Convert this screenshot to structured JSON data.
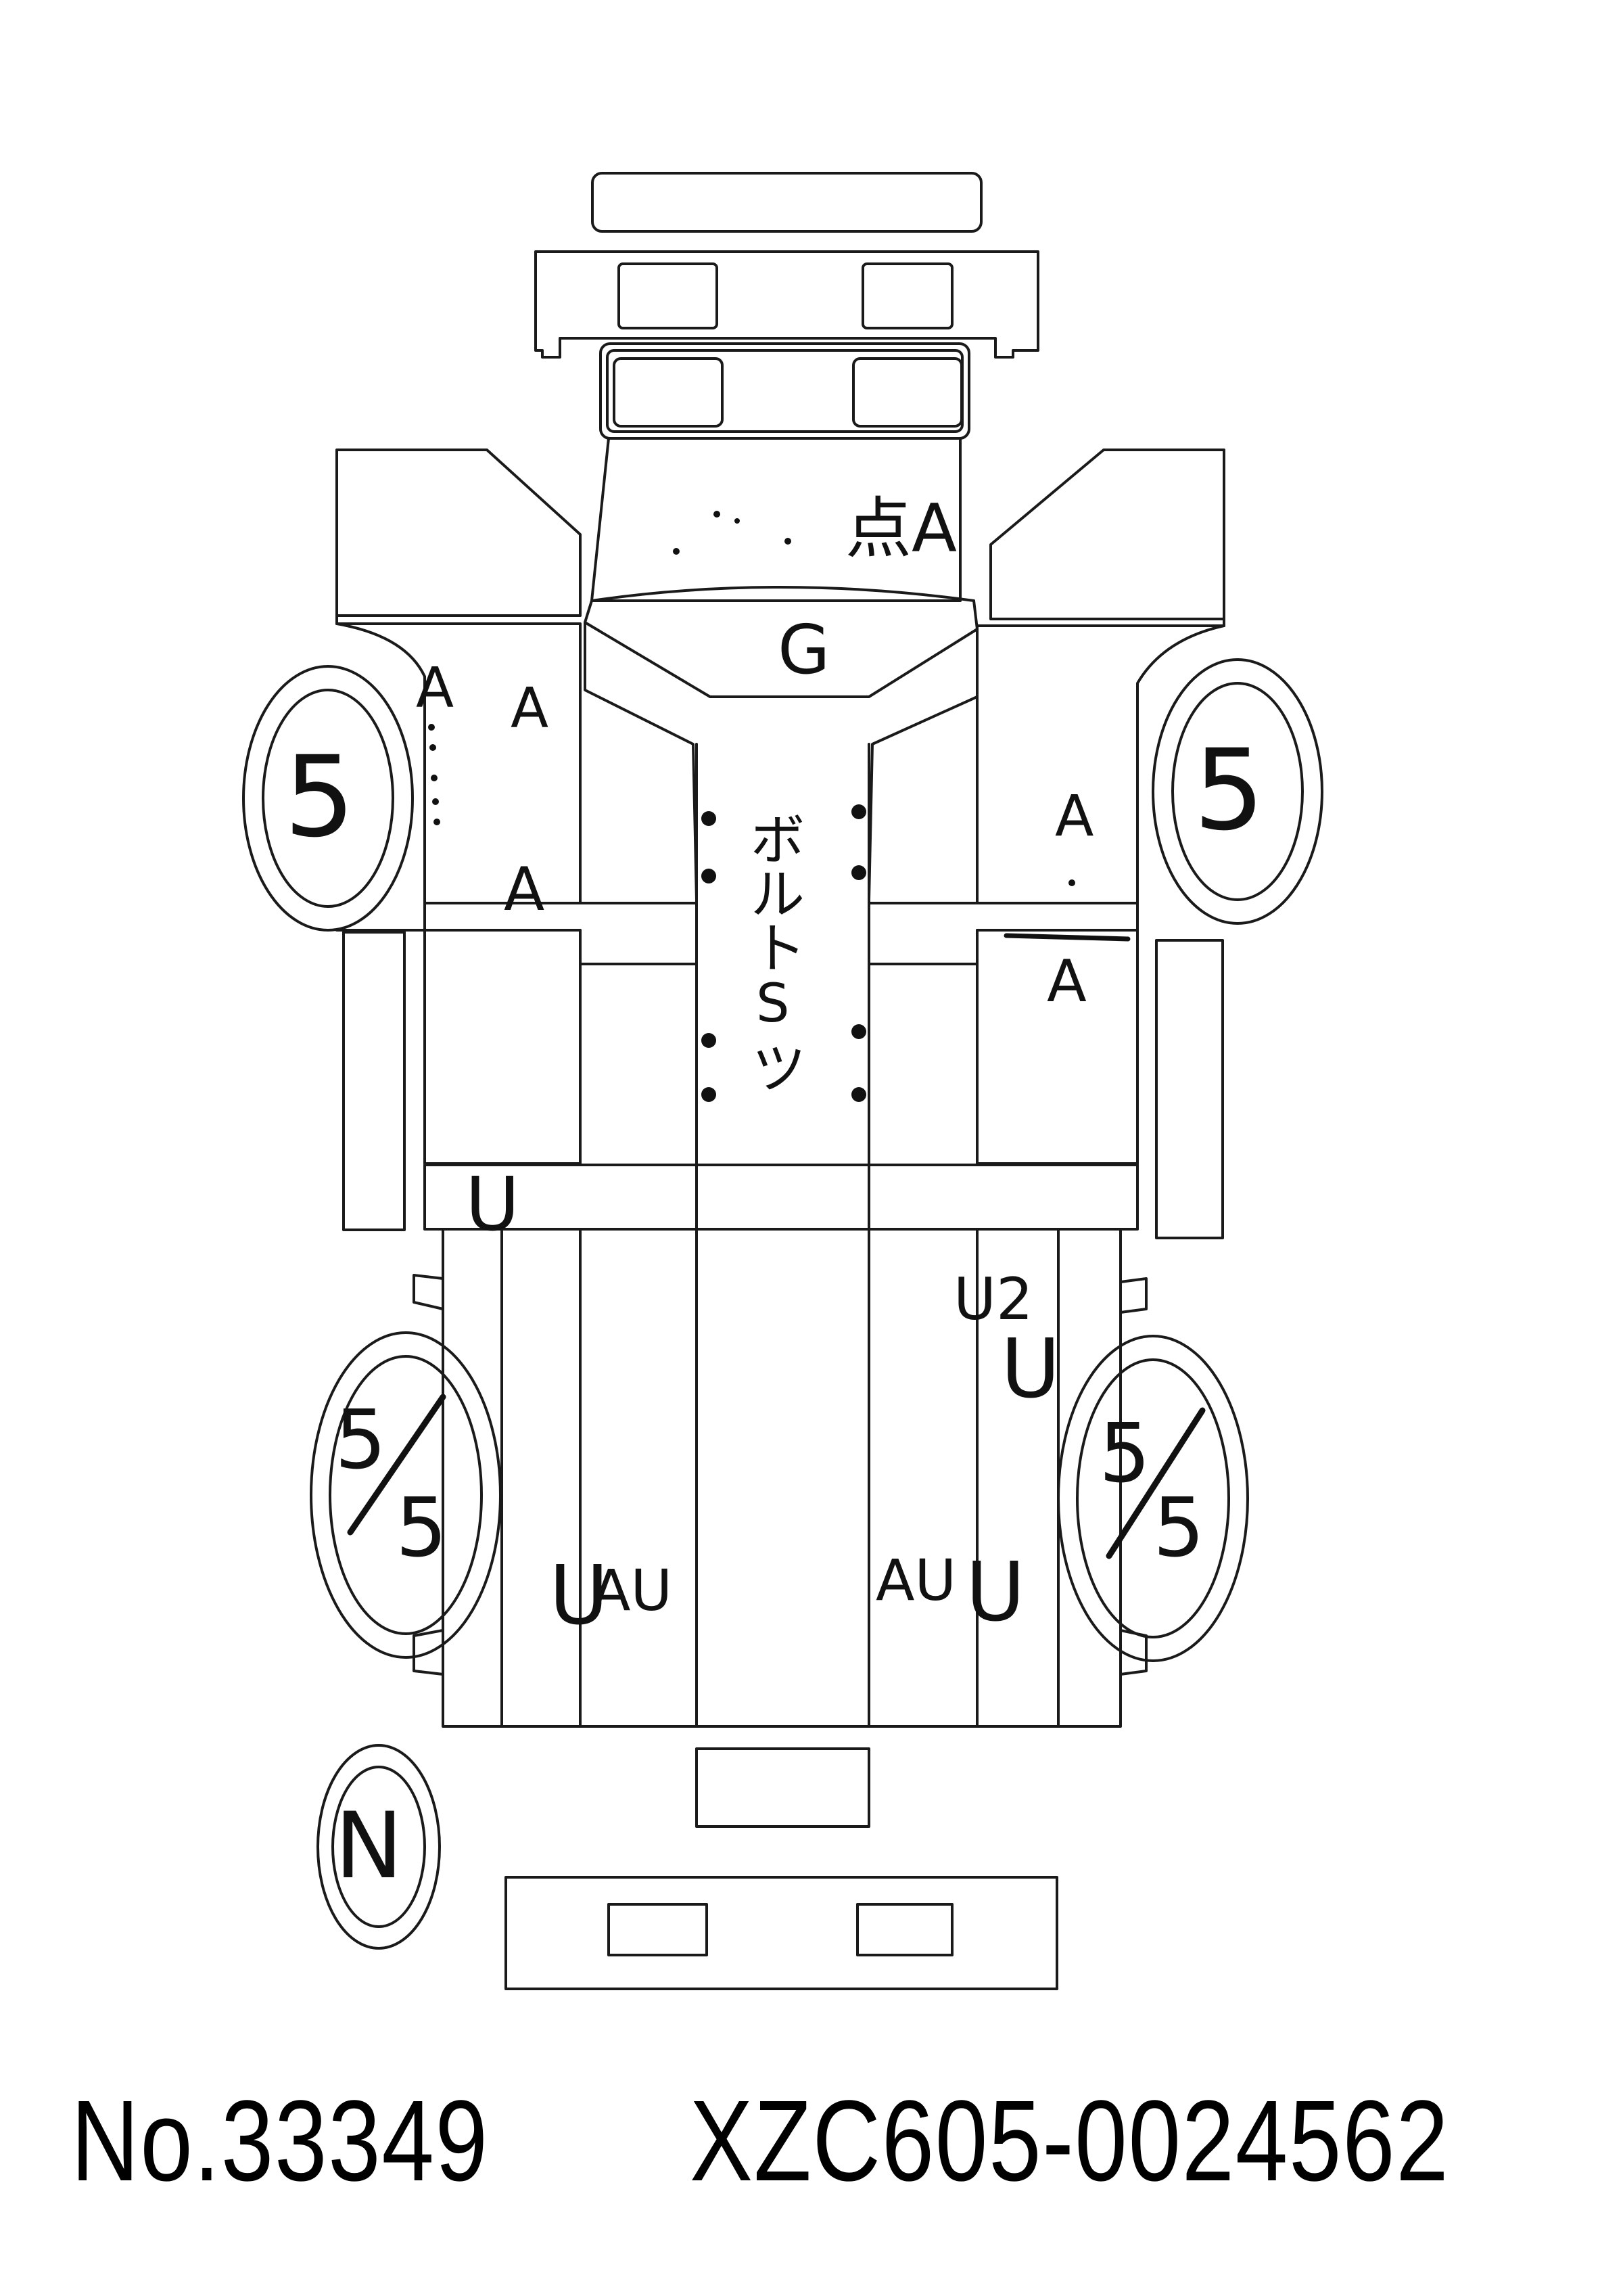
{
  "footer": {
    "stock_no": "No.33349",
    "chassis_no": "XZC605-0024562"
  },
  "marks": {
    "roof_front": "点A",
    "hood": "G",
    "front_left_a1": "A",
    "front_left_a2": "A",
    "front_left_a3": "A",
    "front_right_a1": "A",
    "front_right_a2": "A",
    "bolt_note_1": "ボ",
    "bolt_note_2": "ル",
    "bolt_note_3": "ト",
    "bolt_note_4": "S",
    "bolt_note_5": "ツ",
    "cab_rear_left": "U",
    "rear_right_u2": "U2",
    "rear_right_u": "U",
    "rear_left_au_u": "U",
    "rear_left_au": "AU",
    "rear_right_au": "AU",
    "rear_right_au_u": "U"
  },
  "tires": {
    "front_left": "5",
    "front_right": "5",
    "rear_left_top": "5",
    "rear_left_bottom": "5",
    "rear_right_top": "5",
    "rear_right_bottom": "5",
    "spare": "N"
  }
}
